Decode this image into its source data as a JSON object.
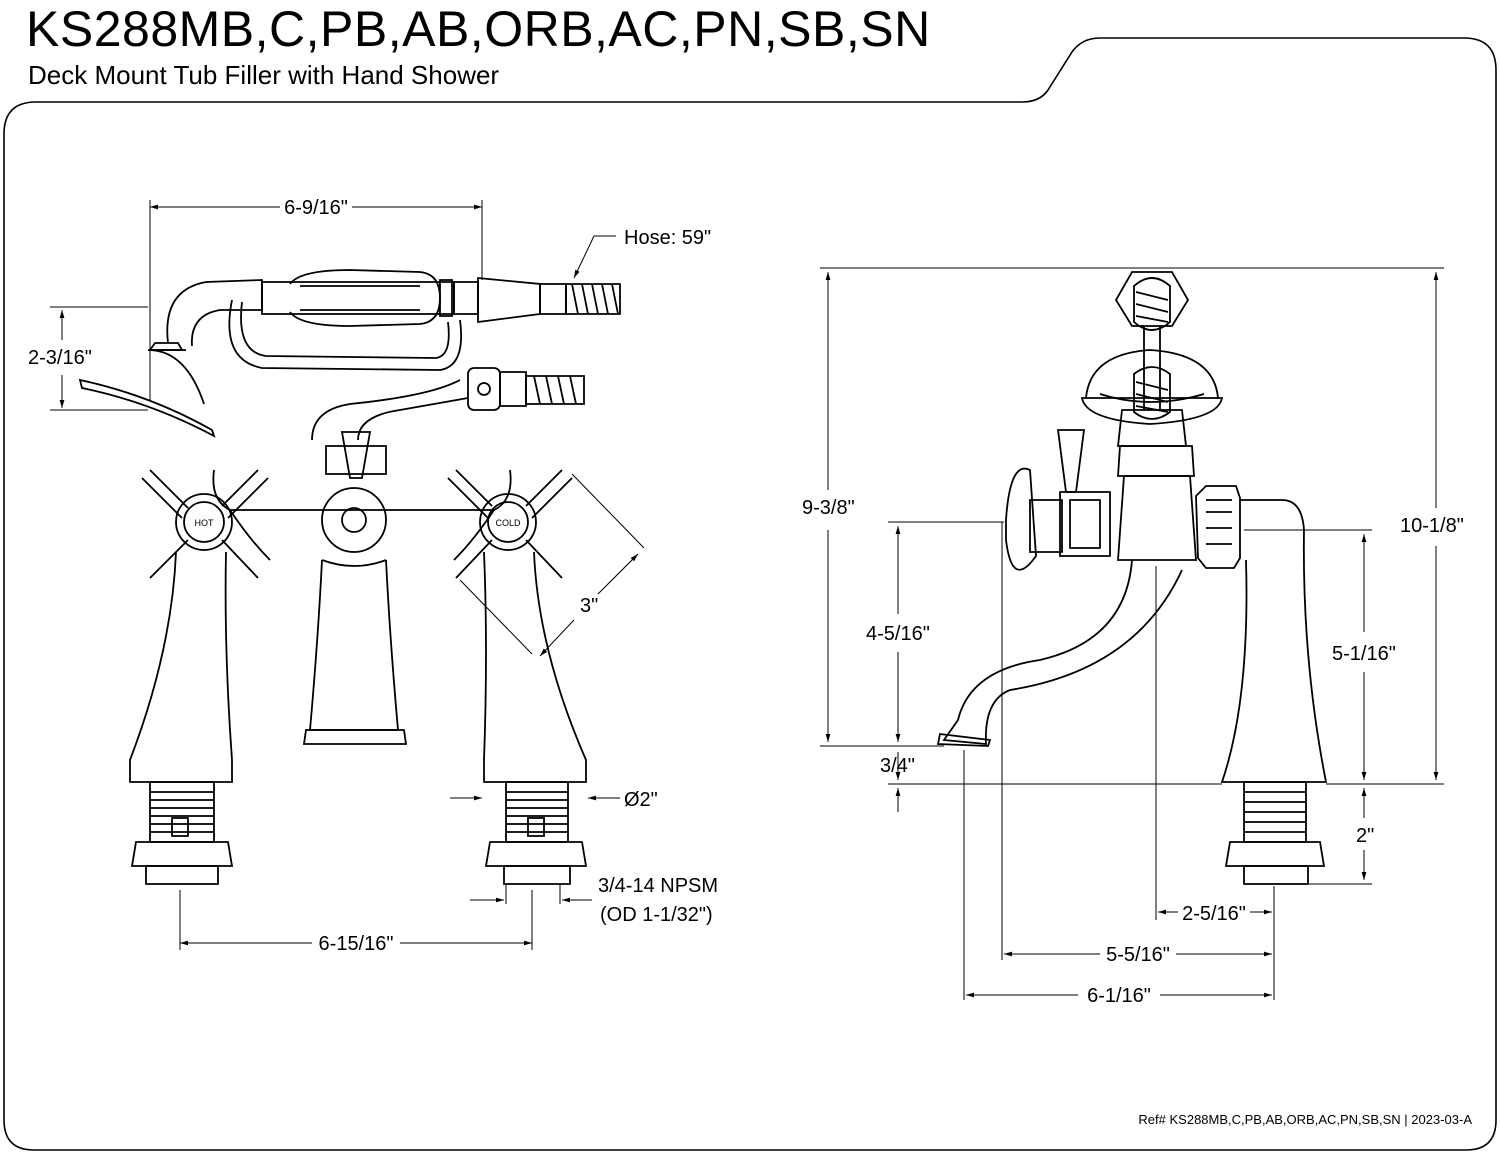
{
  "header": {
    "title": "KS288MB,C,PB,AB,ORB,AC,PN,SB,SN",
    "subtitle": "Deck Mount Tub Filler with Hand Shower"
  },
  "front_view": {
    "width_top": "6-9/16\"",
    "hose": "Hose: 59\"",
    "shower_head_height": "2-3/16\"",
    "hot_label": "HOT",
    "cold_label": "COLD",
    "handle_span": "3\"",
    "shank_diameter": "Ø2\"",
    "thread_spec": "3/4-14 NPSM",
    "thread_od": "(OD 1-1/32\")",
    "center_spread": "6-15/16\""
  },
  "side_view": {
    "total_height_left": "9-3/8\"",
    "total_height_right": "10-1/8\"",
    "spout_height": "4-5/16\"",
    "base_height": "5-1/16\"",
    "spout_tip": "3/4\"",
    "shank_length": "2\"",
    "depth_center": "2-5/16\"",
    "depth_handle": "5-5/16\"",
    "depth_spout": "6-1/16\""
  },
  "footer": {
    "ref": "Ref# KS288MB,C,PB,AB,ORB,AC,PN,SB,SN | 2023-03-A"
  }
}
